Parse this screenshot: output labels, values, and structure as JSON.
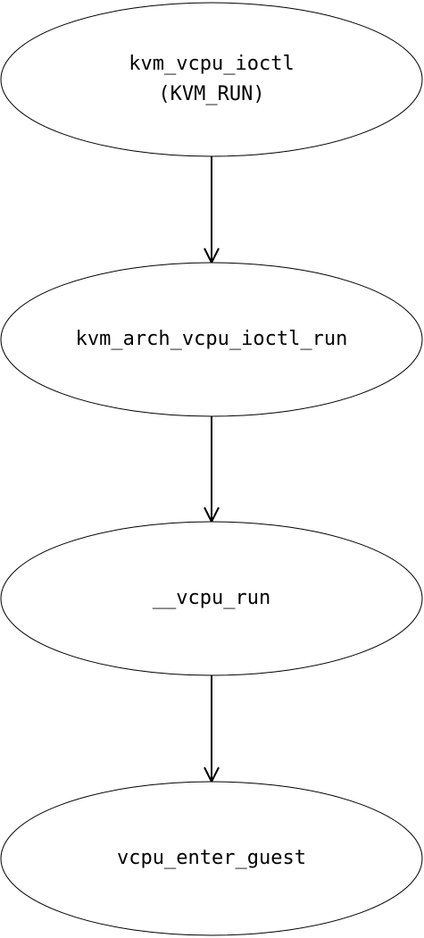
{
  "diagram": {
    "type": "flowchart",
    "direction": "top-to-bottom",
    "nodes": [
      {
        "id": "n1",
        "shape": "ellipse",
        "lines": [
          "kvm_vcpu_ioctl",
          "(KVM_RUN)"
        ]
      },
      {
        "id": "n2",
        "shape": "ellipse",
        "lines": [
          "kvm_arch_vcpu_ioctl_run"
        ]
      },
      {
        "id": "n3",
        "shape": "ellipse",
        "lines": [
          "__vcpu_run"
        ]
      },
      {
        "id": "n4",
        "shape": "ellipse",
        "lines": [
          "vcpu_enter_guest"
        ]
      }
    ],
    "edges": [
      {
        "from": "n1",
        "to": "n2"
      },
      {
        "from": "n2",
        "to": "n3"
      },
      {
        "from": "n3",
        "to": "n4"
      }
    ],
    "colors": {
      "background": "#ffffff",
      "stroke": "#000000",
      "text": "#000000"
    }
  }
}
